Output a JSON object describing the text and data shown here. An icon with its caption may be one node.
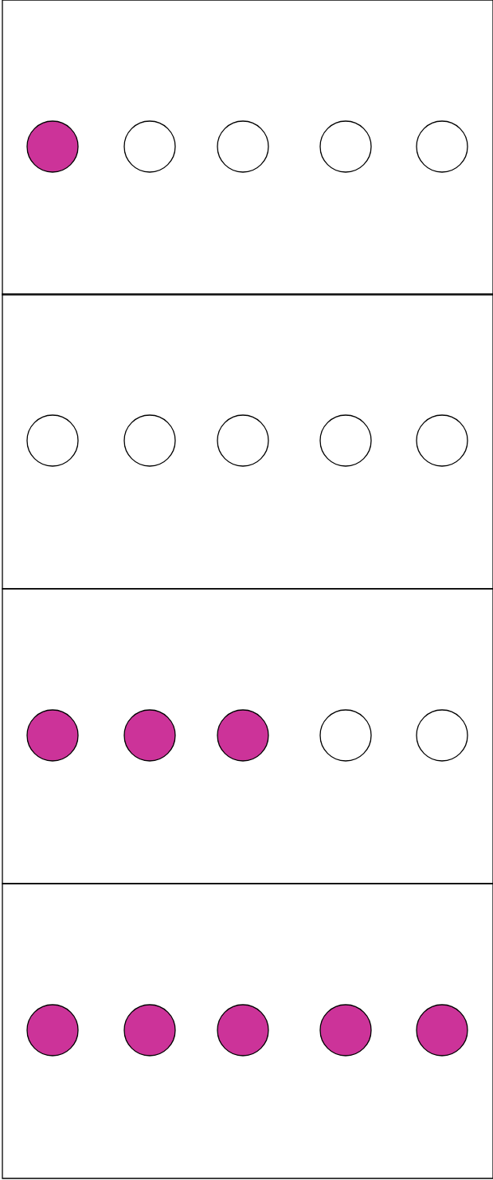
{
  "diagram": {
    "nodes": [
      {
        "text": [],
        "shape": "box"
      },
      {
        "text": [],
        "shape": "dot",
        "in": 0
      },
      {
        "text": [],
        "shape": "circle",
        "in": 0
      },
      {
        "text": [],
        "shape": "circle",
        "in": 0
      },
      {
        "text": [],
        "shape": "circle",
        "in": 0
      },
      {
        "text": [],
        "shape": "circle",
        "in": 0
      },
      {
        "text": [],
        "shape": "box"
      },
      {
        "text": [],
        "shape": "circle",
        "in": 6
      },
      {
        "text": [],
        "shape": "circle",
        "in": 6
      },
      {
        "text": [],
        "shape": "circle",
        "in": 6
      },
      {
        "text": [],
        "shape": "circle",
        "in": 6
      },
      {
        "text": [],
        "shape": "circle",
        "in": 6
      },
      {
        "text": [],
        "shape": "box"
      },
      {
        "text": [],
        "shape": "dot",
        "in": 12
      },
      {
        "text": [],
        "shape": "dot",
        "in": 12
      },
      {
        "text": [],
        "shape": "dot",
        "in": 12
      },
      {
        "text": [],
        "shape": "circle",
        "in": 12
      },
      {
        "text": [],
        "shape": "circle",
        "in": 12
      },
      {
        "text": [],
        "shape": "box"
      },
      {
        "text": [],
        "shape": "dot",
        "in": 18
      },
      {
        "text": [],
        "shape": "dot",
        "in": 18
      },
      {
        "text": [],
        "shape": "dot",
        "in": 18
      },
      {
        "text": [],
        "shape": "dot",
        "in": 18
      },
      {
        "text": [],
        "shape": "dot",
        "in": 18
      }
    ]
  }
}
